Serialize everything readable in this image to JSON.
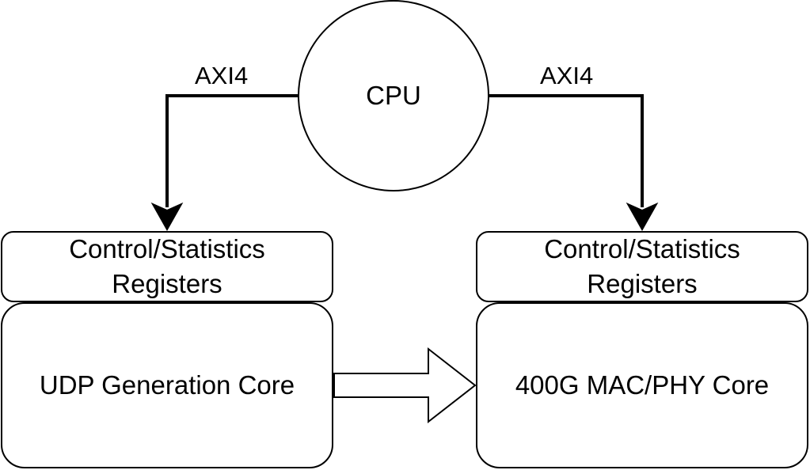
{
  "cpu": {
    "label": "CPU"
  },
  "links": {
    "left_bus": "AXI4",
    "right_bus": "AXI4"
  },
  "left_block": {
    "registers": [
      "Control/Statistics",
      "Registers"
    ],
    "core": "UDP Generation Core"
  },
  "right_block": {
    "registers": [
      "Control/Statistics",
      "Registers"
    ],
    "core": "400G MAC/PHY Core"
  }
}
